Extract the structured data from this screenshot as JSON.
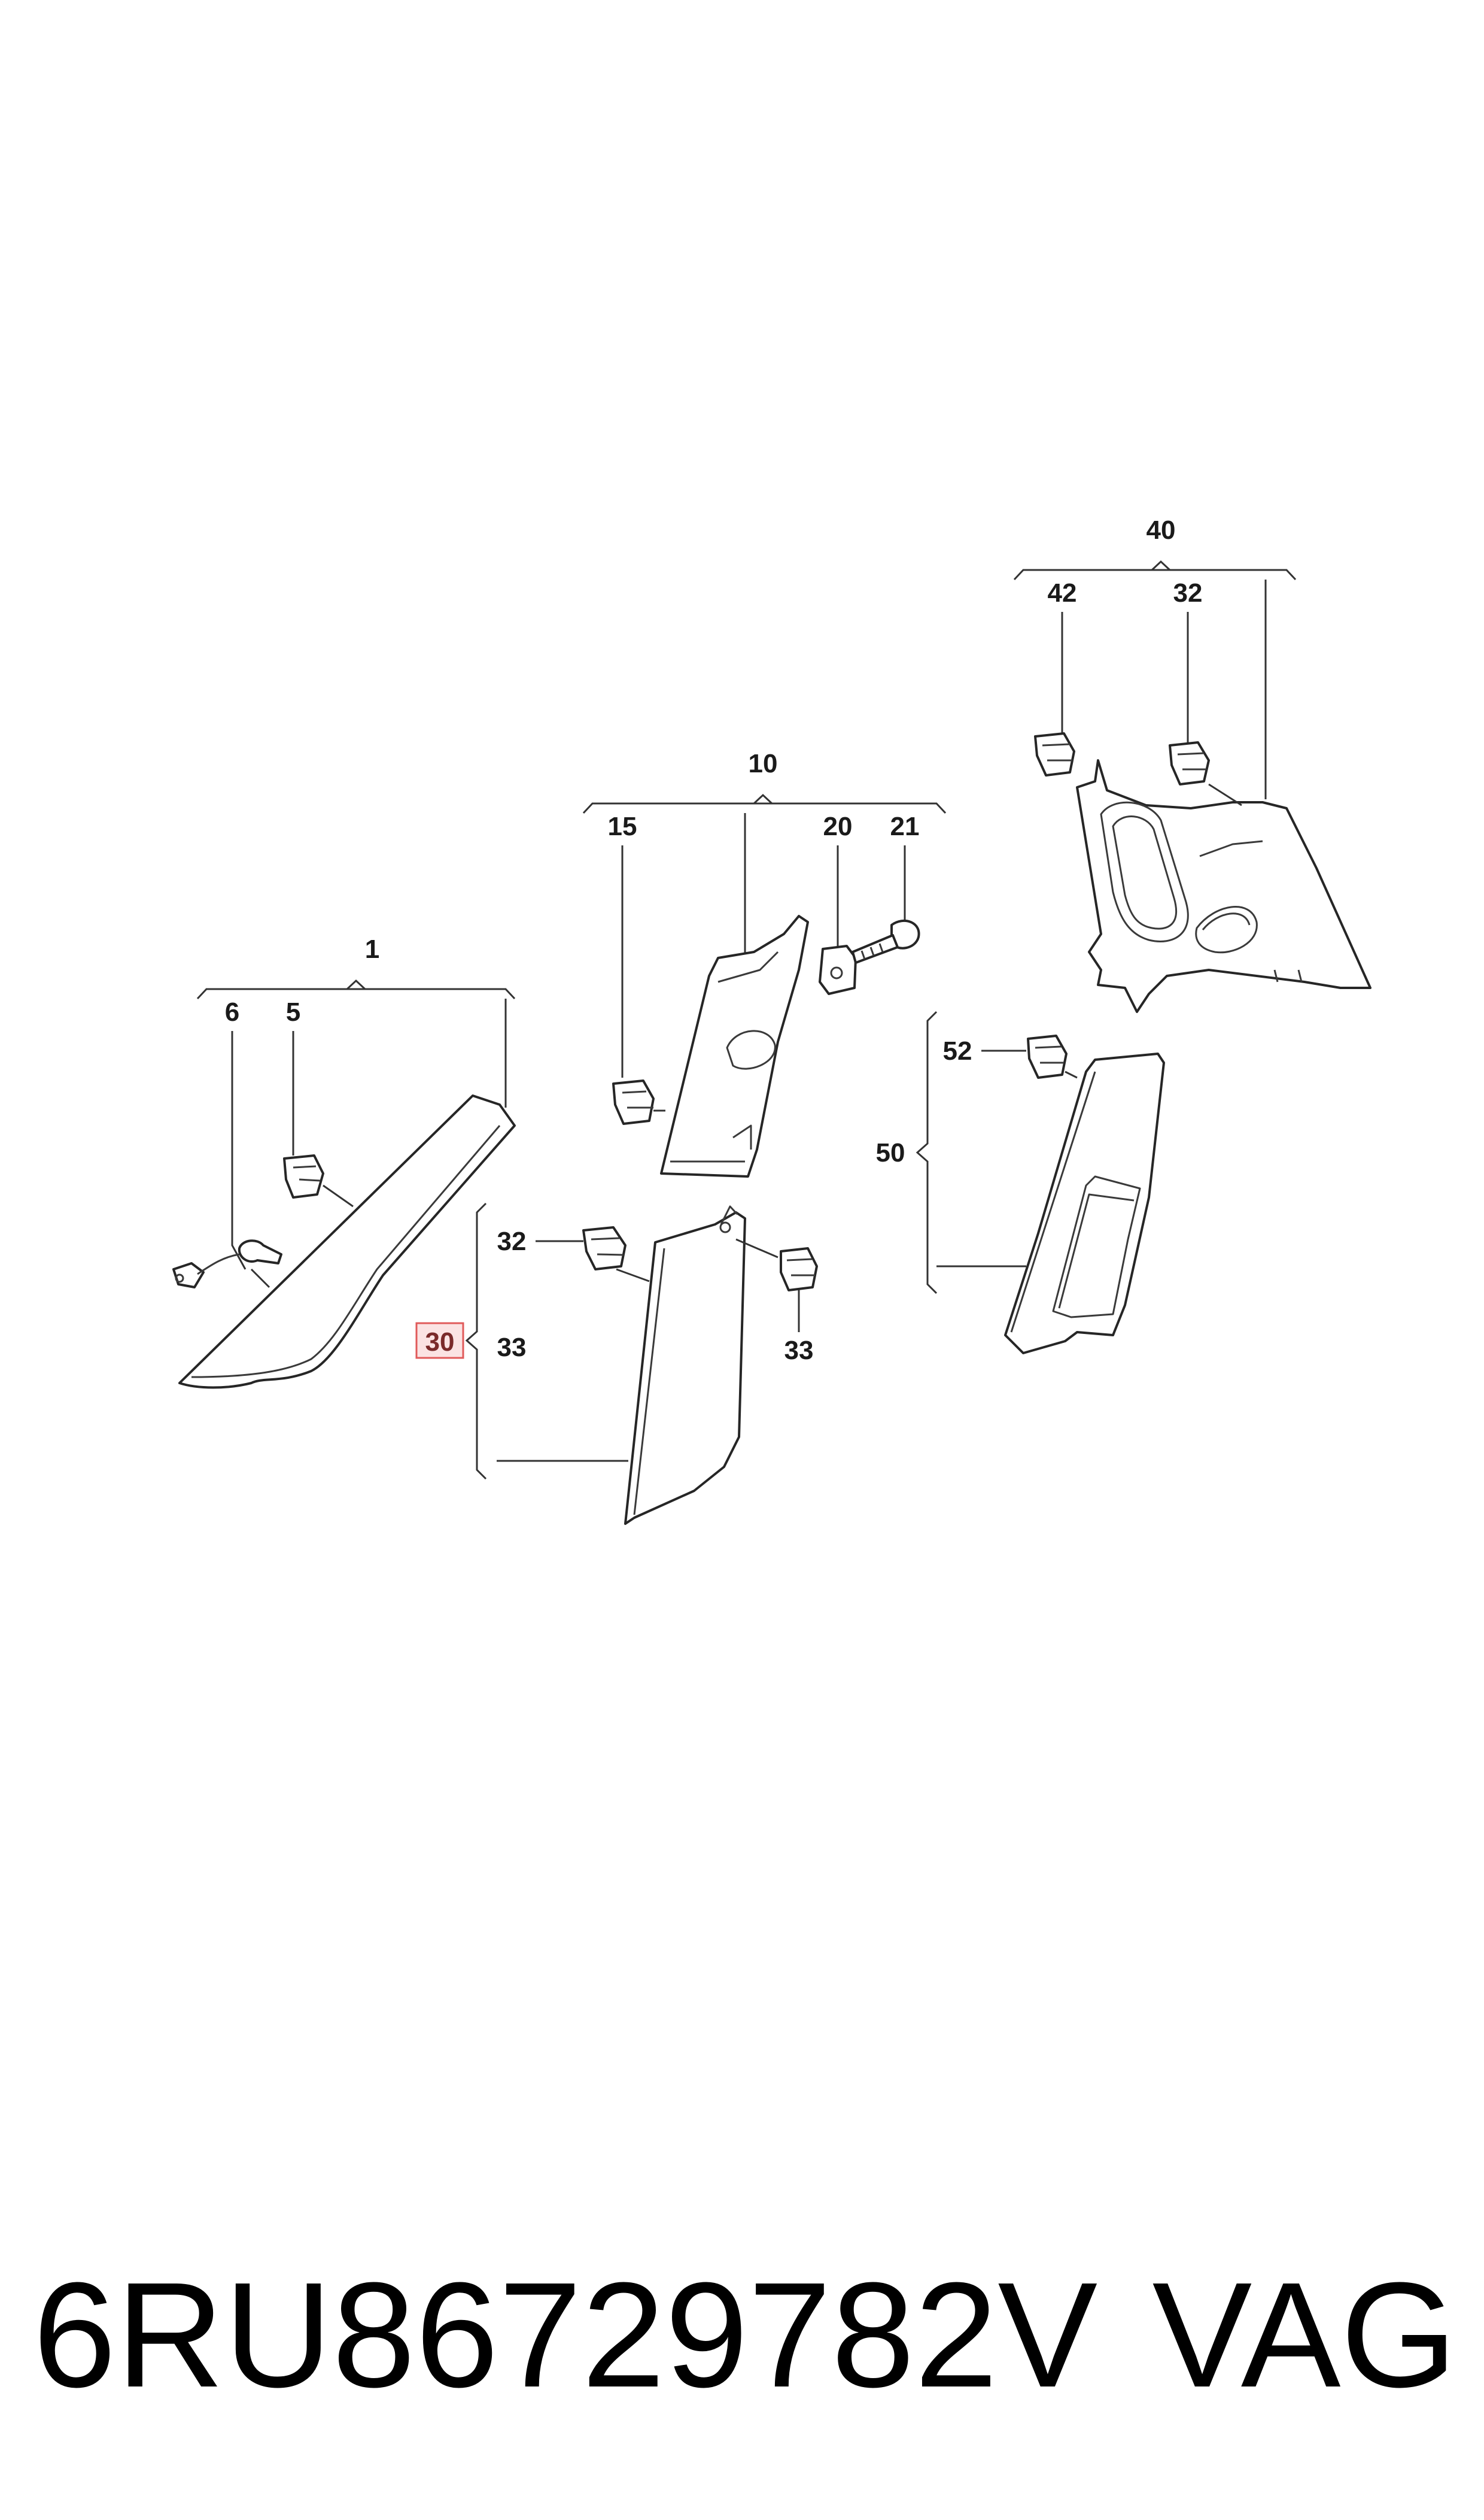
{
  "callouts": {
    "c1": "1",
    "c5": "5",
    "c6": "6",
    "c10": "10",
    "c15": "15",
    "c20": "20",
    "c21": "21",
    "c30": "30",
    "c32a": "32",
    "c33a": "33",
    "c33b": "33",
    "c40": "40",
    "c42": "42",
    "c32b": "32",
    "c50": "50",
    "c52": "52"
  },
  "highlight": {
    "callout": "30",
    "color": "#e05a5a",
    "fill": "#fbe3e3"
  },
  "footer": {
    "part_number": "6RU86729782V",
    "brand": "VAG"
  }
}
